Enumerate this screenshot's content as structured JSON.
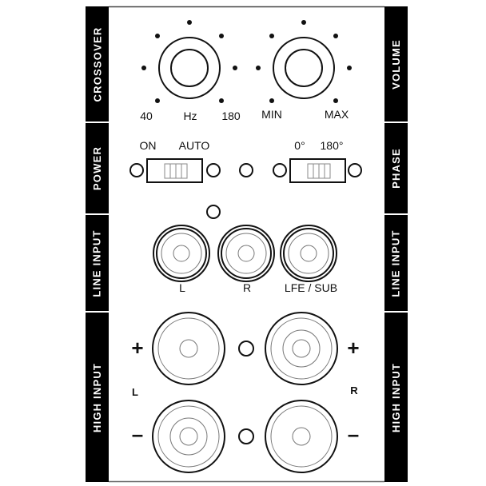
{
  "panel": {
    "left_labels": [
      "CROSSOVER",
      "POWER",
      "LINE INPUT",
      "HIGH INPUT"
    ],
    "right_labels": [
      "VOLUME",
      "PHASE",
      "LINE INPUT",
      "HIGH INPUT"
    ],
    "crossover": {
      "min_label": "40",
      "unit_label": "Hz",
      "max_label": "180"
    },
    "volume": {
      "min_label": "MIN",
      "max_label": "MAX"
    },
    "power_switch": {
      "left_label": "ON",
      "right_label": "AUTO"
    },
    "phase_switch": {
      "left_label": "0°",
      "right_label": "180°"
    },
    "line_input": {
      "left_label": "L",
      "right_label": "R",
      "sub_label": "LFE / SUB"
    },
    "high_input": {
      "left_channel": "L",
      "right_channel": "R",
      "plus_sign": "+",
      "minus_sign": "–"
    },
    "colors": {
      "bar": "#000000",
      "bar_text": "#ffffff",
      "line": "#111111",
      "inner_line": "#777777"
    }
  }
}
